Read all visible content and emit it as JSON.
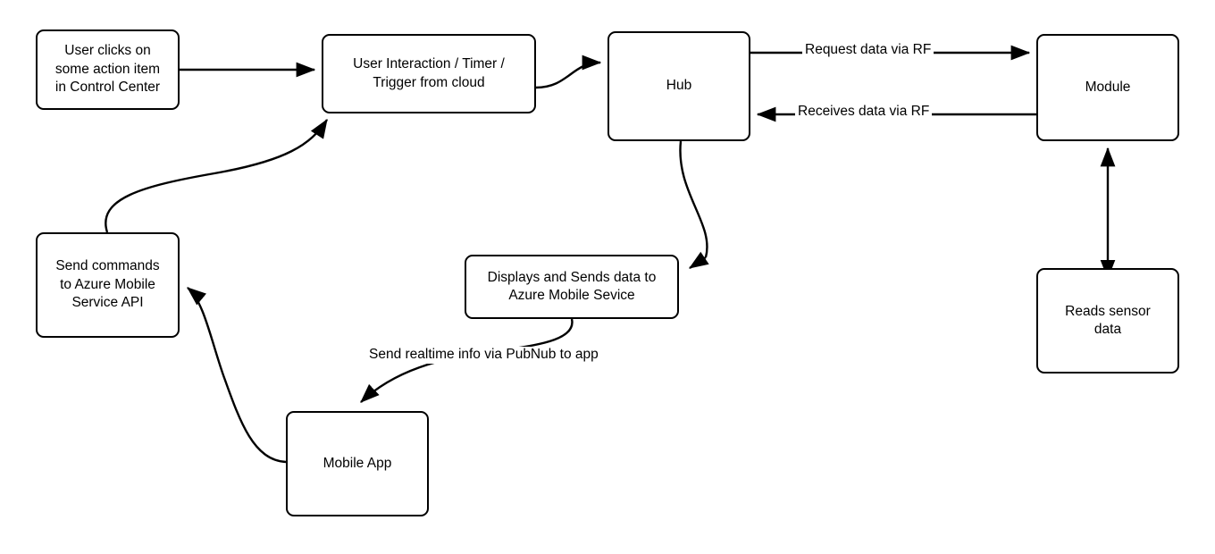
{
  "diagram": {
    "title": "IoT Hub / Module / Azure Mobile Service flow diagram",
    "stroke_color": "#000000",
    "background_color": "#ffffff",
    "nodes": [
      {
        "id": "user-clicks",
        "label": "User clicks on\nsome action item\nin Control Center"
      },
      {
        "id": "user-interaction",
        "label": "User Interaction / Timer /\nTrigger from cloud"
      },
      {
        "id": "hub",
        "label": "Hub"
      },
      {
        "id": "module",
        "label": "Module"
      },
      {
        "id": "send-commands",
        "label": "Send commands\nto Azure Mobile\nService API"
      },
      {
        "id": "displays-sends",
        "label": "Displays and Sends data to\nAzure Mobile Sevice"
      },
      {
        "id": "reads-sensor-data",
        "label": "Reads sensor\ndata"
      },
      {
        "id": "mobile-app",
        "label": "Mobile App"
      }
    ],
    "edges": [
      {
        "id": "clicks-to-interaction",
        "from": "user-clicks",
        "to": "user-interaction",
        "label": ""
      },
      {
        "id": "interaction-to-hub",
        "from": "user-interaction",
        "to": "hub",
        "label": ""
      },
      {
        "id": "hub-to-module",
        "from": "hub",
        "to": "module",
        "label": "Request data via RF"
      },
      {
        "id": "module-to-hub",
        "from": "module",
        "to": "hub",
        "label": "Receives data via RF"
      },
      {
        "id": "module-sensor",
        "from": "module",
        "to": "reads-sensor-data",
        "label": ""
      },
      {
        "id": "hub-to-displays",
        "from": "hub",
        "to": "displays-sends",
        "label": ""
      },
      {
        "id": "displays-to-mobile-app",
        "from": "displays-sends",
        "to": "mobile-app",
        "label": "Send realtime info via PubNub to app"
      },
      {
        "id": "mobile-app-to-commands",
        "from": "mobile-app",
        "to": "send-commands",
        "label": ""
      },
      {
        "id": "commands-to-interaction",
        "from": "send-commands",
        "to": "user-interaction",
        "label": ""
      }
    ]
  }
}
